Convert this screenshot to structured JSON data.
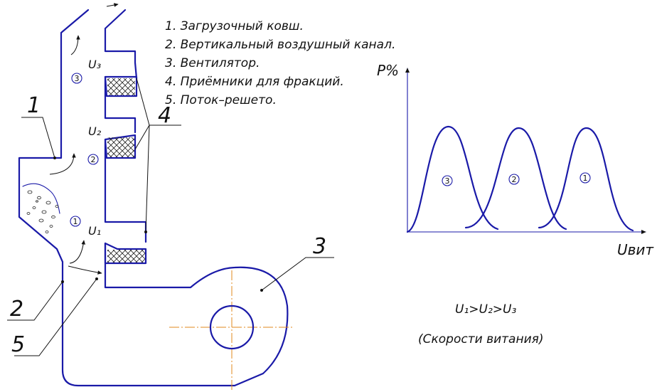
{
  "legend": [
    "1. Загрузочный ковш.",
    "2. Вертикальный воздушный канал.",
    "3. Вентилятор.",
    "4. Приёмники для фракций.",
    "5. Поток–решето."
  ],
  "part_numbers": {
    "p1": "1",
    "p2": "2",
    "p3": "3",
    "p4": "4",
    "p5": "5"
  },
  "velocity_labels": {
    "u1": "U₁",
    "u2": "U₂",
    "u3": "U₃"
  },
  "zone_labels": {
    "z1": "1",
    "z2": "2",
    "z3": "3"
  },
  "chart": {
    "ylabel": "P%",
    "xlabel": "Uвит",
    "peak_labels": [
      "3",
      "2",
      "1"
    ]
  },
  "relation": "U₁>U₂>U₃",
  "caption": "(Скорости витания)",
  "colors": {
    "line": "#1a1aa8",
    "centerline": "#e08a1e",
    "text": "#111111"
  }
}
